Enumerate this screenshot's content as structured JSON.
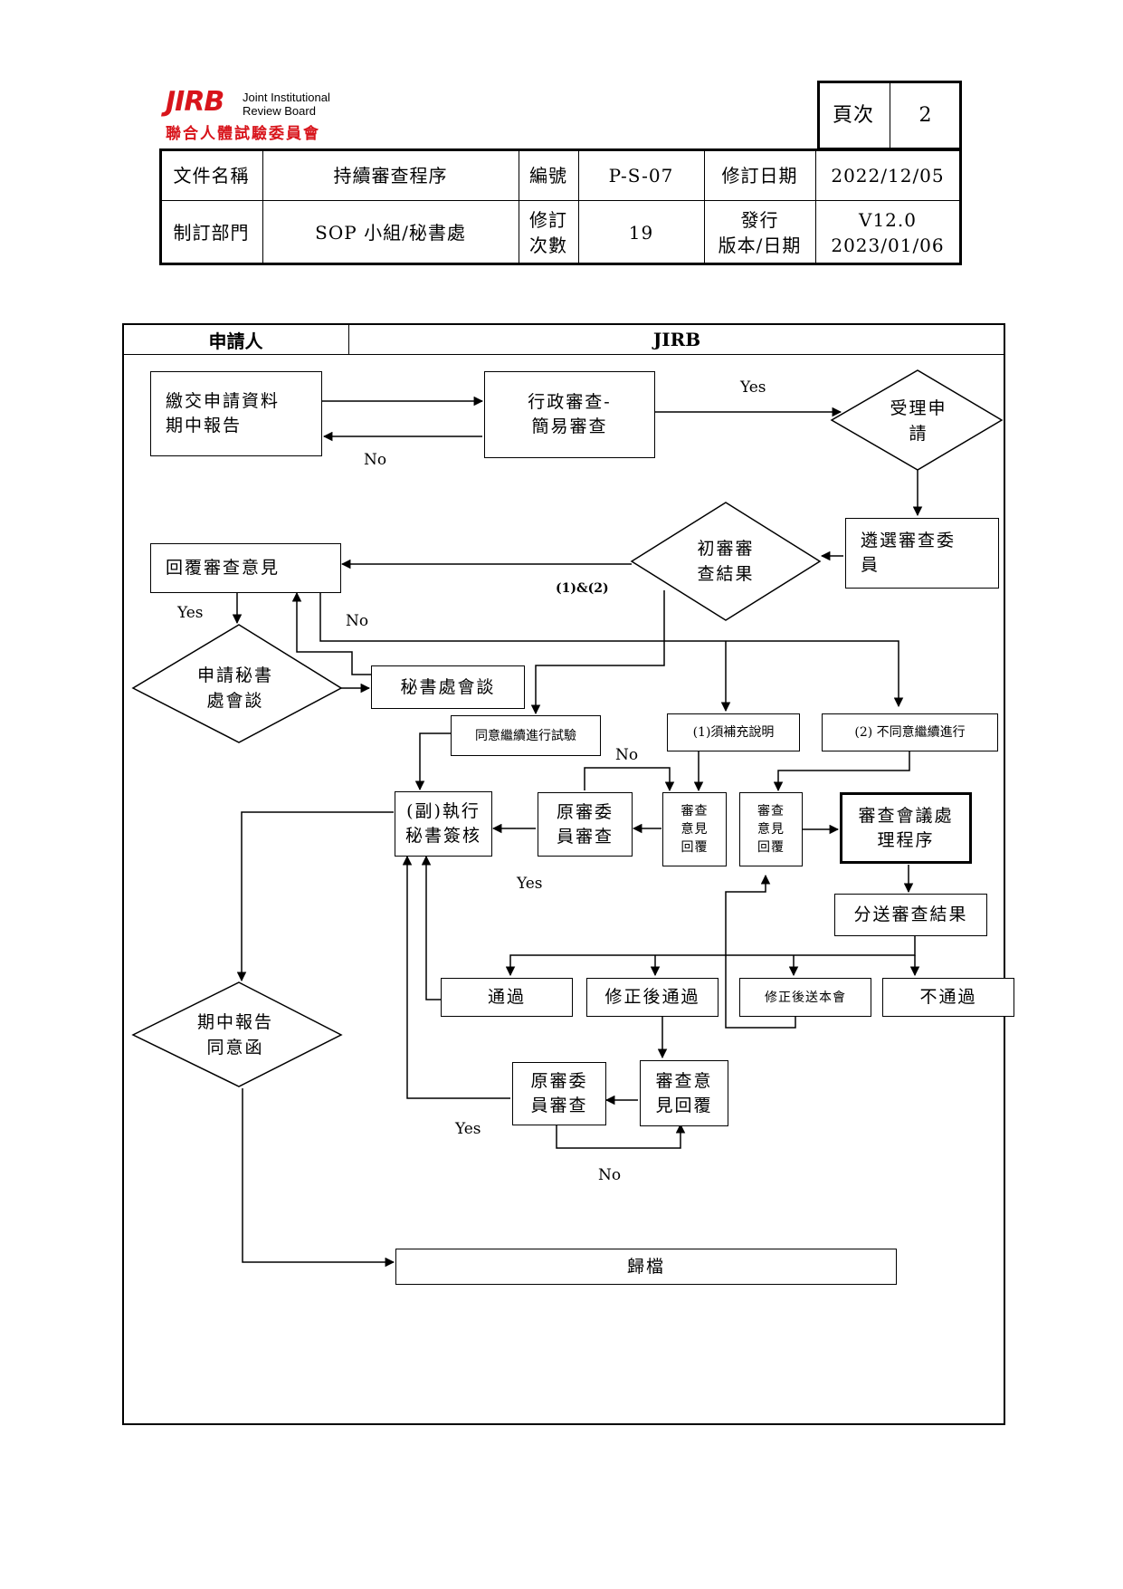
{
  "logo": {
    "mark": "JIRB",
    "english_line1": "Joint Institutional",
    "english_line2": "Review Board",
    "chinese": "聯合人體試驗委員會"
  },
  "header": {
    "page_label": "頁次",
    "page_number": "2",
    "doc_name_label": "文件名稱",
    "doc_name": "持續審查程序",
    "number_label": "編號",
    "number": "P-S-07",
    "revision_date_label": "修訂日期",
    "revision_date": "2022/12/05",
    "dept_label": "制訂部門",
    "dept": "SOP 小組/秘書處",
    "revision_count_label": "修訂\n次數",
    "revision_count": "19",
    "release_label": "發行\n版本/日期",
    "release": "V12.0\n2023/01/06"
  },
  "flowchart": {
    "lane_applicant": "申請人",
    "lane_jirb": "JIRB",
    "submit": "繳交申請資料\n期中報告",
    "admin_review": "行政審查-\n簡易審查",
    "accept": "受理申\n請",
    "select_reviewers": "遴選審查委\n員",
    "initial_result": "初審審\n查結果",
    "reply_comments": "回覆審查意見",
    "apply_meeting": "申請秘書\n處會談",
    "secretariat_meeting": "秘書處會談",
    "agree_continue": "同意繼續進行試驗",
    "need_explain": "(1)須補充說明",
    "disagree_continue": "(2)  不同意繼續進行",
    "exec_secretary_sign": "(副)執行\n秘書簽核",
    "original_reviewer_1": "原審委\n員審查",
    "review_reply_1": "審查\n意見\n回覆",
    "review_reply_2": "審查\n意見\n回覆",
    "board_meeting": "審查會議處\n理程序",
    "send_result": "分送審查結果",
    "pass": "通過",
    "pass_after_revision": "修正後通過",
    "resubmit_after_revision": "修正後送本會",
    "fail": "不通過",
    "original_reviewer_2": "原審委\n員審查",
    "review_reply_3": "審查意\n見回覆",
    "interim_approval": "期中報告\n同意函",
    "archive": "歸檔",
    "label_yes_1": "Yes",
    "label_no_1": "No",
    "label_12": "(1)&(2)",
    "label_yes_2": "Yes",
    "label_no_2": "No",
    "label_no_3": "No",
    "label_yes_3": "Yes",
    "label_yes_4": "Yes",
    "label_no_4": "No"
  }
}
